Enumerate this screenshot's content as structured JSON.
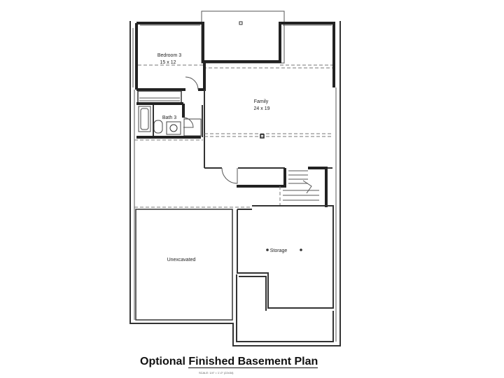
{
  "rooms": {
    "bedroom": {
      "name": "Bedroom 3",
      "size": "15 x 12"
    },
    "family": {
      "name": "Family",
      "size": "24 x 19"
    },
    "bath": {
      "name": "Bath 3"
    },
    "storage": {
      "name": "Storage"
    },
    "unexcavated": {
      "name": "Unexcavated"
    }
  },
  "title": {
    "part1": "Optional",
    "part2": "Finished Basement Plan"
  },
  "scale_note": "SCALE: 1/4\" = 1'-0\" (22x34)"
}
